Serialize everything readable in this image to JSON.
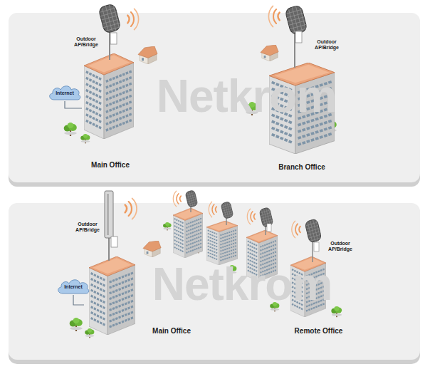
{
  "diagram": {
    "nodes": [
      {
        "text": [
          "Internet"
        ]
      },
      {
        "text": [
          "Main Office"
        ]
      },
      {
        "text": [
          "Branch Office"
        ]
      },
      {
        "text": [
          "Internet"
        ]
      },
      {
        "text": [
          "Main Office"
        ]
      },
      {
        "text": [
          "Remote Office"
        ]
      }
    ],
    "edges": [
      {
        "from": 0,
        "to": 1,
        "arrow": "none"
      },
      {
        "from": 3,
        "to": 4,
        "arrow": "none"
      }
    ],
    "labels": [
      "Outdoor AP/Bridge",
      "Outdoor AP/Bridge",
      "Netkrom",
      "Outdoor AP/Bridge",
      "Outdoor AP/Bridge",
      "Netkrom"
    ]
  }
}
